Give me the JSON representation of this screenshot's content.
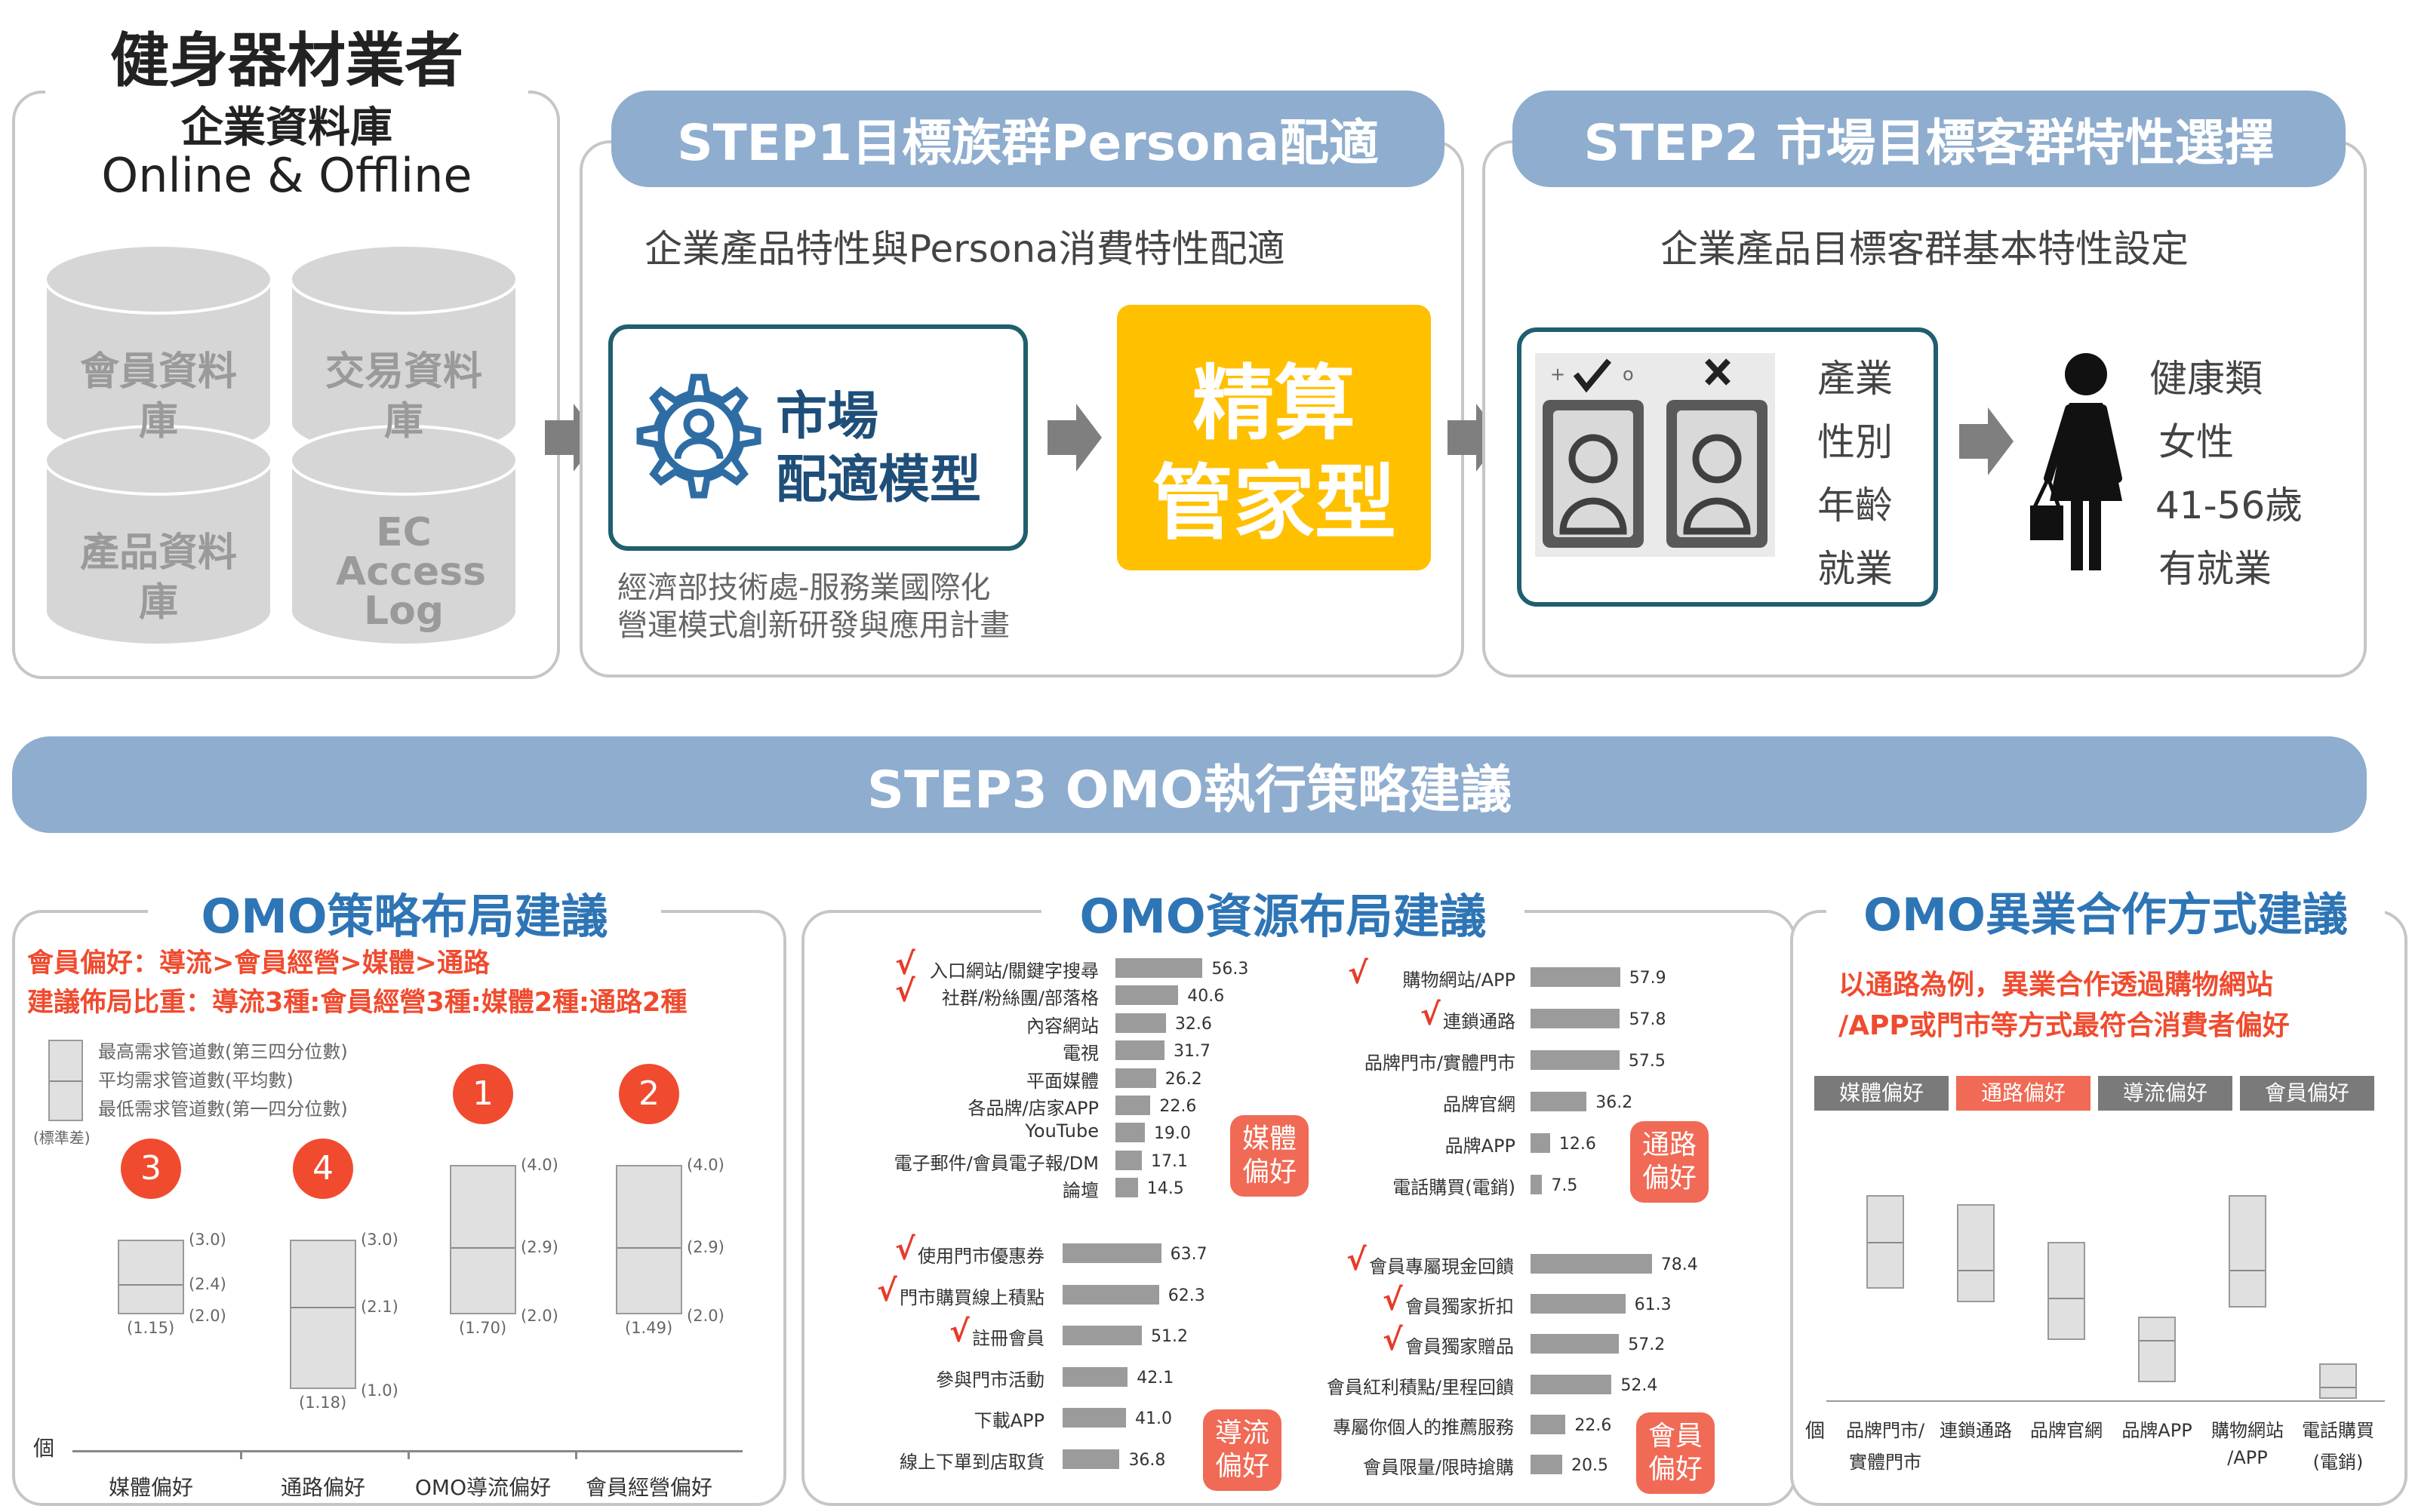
{
  "left_panel": {
    "title": "健身器材業者",
    "subtitle": "企業資料庫",
    "subtitle2": "Online & Offline",
    "cylinders": [
      "會員資料庫",
      "交易資料庫",
      "產品資料庫",
      "EC Access Log"
    ]
  },
  "step1": {
    "title": "STEP1目標族群Persona配適",
    "desc": "企業產品特性與Persona消費特性配適",
    "model_label_1": "市場",
    "model_label_2": "配適模型",
    "result_1": "精算",
    "result_2": "管家型",
    "source_1": "經濟部技術處-服務業國際化",
    "source_2": "營運模式創新研發與應用計畫"
  },
  "step2": {
    "title": "STEP2 市場目標客群特性選擇",
    "desc": "企業產品目標客群基本特性設定",
    "attributes": [
      "產業",
      "性別",
      "年齡",
      "就業"
    ],
    "values": [
      "健康類",
      "女性",
      "41-56歲",
      "有就業"
    ]
  },
  "step3": {
    "title": "STEP3 OMO執行策略建議"
  },
  "layout_advice": {
    "title": "OMO策略布局建議",
    "line1": "會員偏好：導流>會員經營>媒體>通路",
    "line2": "建議佈局比重：導流3種:會員經營3種:媒體2種:通路2種",
    "legend": [
      "最高需求管道數(第三四分位數)",
      "平均需求管道數(平均數)",
      "最低需求管道數(第一四分位數)",
      "(標準差)"
    ],
    "y_unit": "個",
    "groups": [
      {
        "name": "媒體偏好",
        "rank": "3",
        "q3": 3.0,
        "mean": 2.4,
        "q1": 2.0,
        "sd": "(1.15)",
        "q3_label": "(3.0)",
        "mean_label": "(2.4)",
        "q1_label": "(2.0)"
      },
      {
        "name": "通路偏好",
        "rank": "4",
        "q3": 3.0,
        "mean": 2.1,
        "q1": 1.0,
        "sd": "(1.18)",
        "q3_label": "(3.0)",
        "mean_label": "(2.1)",
        "q1_label": "(1.0)"
      },
      {
        "name": "OMO導流偏好",
        "rank": "1",
        "q3": 4.0,
        "mean": 2.9,
        "q1": 2.0,
        "sd": "(1.70)",
        "q3_label": "(4.0)",
        "mean_label": "(2.9)",
        "q1_label": "(2.0)"
      },
      {
        "name": "會員經營偏好",
        "rank": "2",
        "q3": 4.0,
        "mean": 2.9,
        "q1": 2.0,
        "sd": "(1.49)",
        "q3_label": "(4.0)",
        "mean_label": "(2.9)",
        "q1_label": "(2.0)"
      }
    ]
  },
  "resource_advice": {
    "title": "OMO資源布局建議",
    "groups": [
      {
        "tag_1": "媒體",
        "tag_2": "偏好",
        "items": [
          {
            "label": "入口網站/關鍵字搜尋",
            "value": 56.3,
            "check": true
          },
          {
            "label": "社群/粉絲團/部落格",
            "value": 40.6,
            "check": true
          },
          {
            "label": "內容網站",
            "value": 32.6,
            "check": false
          },
          {
            "label": "電視",
            "value": 31.7,
            "check": false
          },
          {
            "label": "平面媒體",
            "value": 26.2,
            "check": false
          },
          {
            "label": "各品牌/店家APP",
            "value": 22.6,
            "check": false
          },
          {
            "label": "YouTube",
            "value": 19.0,
            "check": false
          },
          {
            "label": "電子郵件/會員電子報/DM",
            "value": 17.1,
            "check": false
          },
          {
            "label": "論壇",
            "value": 14.5,
            "check": false
          }
        ]
      },
      {
        "tag_1": "通路",
        "tag_2": "偏好",
        "items": [
          {
            "label": "購物網站/APP",
            "value": 57.9,
            "check": true
          },
          {
            "label": "連鎖通路",
            "value": 57.8,
            "check": true
          },
          {
            "label": "品牌門市/實體門市",
            "value": 57.5,
            "check": false
          },
          {
            "label": "品牌官網",
            "value": 36.2,
            "check": false
          },
          {
            "label": "品牌APP",
            "value": 12.6,
            "check": false
          },
          {
            "label": "電話購買(電銷)",
            "value": 7.5,
            "check": false
          }
        ]
      },
      {
        "tag_1": "導流",
        "tag_2": "偏好",
        "items": [
          {
            "label": "使用門市優惠券",
            "value": 63.7,
            "check": true
          },
          {
            "label": "門市購買線上積點",
            "value": 62.3,
            "check": true
          },
          {
            "label": "註冊會員",
            "value": 51.2,
            "check": true
          },
          {
            "label": "參與門市活動",
            "value": 42.1,
            "check": false
          },
          {
            "label": "下載APP",
            "value": 41.0,
            "check": false
          },
          {
            "label": "線上下單到店取貨",
            "value": 36.8,
            "check": false
          }
        ]
      },
      {
        "tag_1": "會員",
        "tag_2": "偏好",
        "items": [
          {
            "label": "會員專屬現金回饋",
            "value": 78.4,
            "check": true
          },
          {
            "label": "會員獨家折扣",
            "value": 61.3,
            "check": true
          },
          {
            "label": "會員獨家贈品",
            "value": 57.2,
            "check": true
          },
          {
            "label": "會員紅利積點/里程回饋",
            "value": 52.4,
            "check": false
          },
          {
            "label": "專屬你個人的推薦服務",
            "value": 22.6,
            "check": false
          },
          {
            "label": "會員限量/限時搶購",
            "value": 20.5,
            "check": false
          }
        ]
      }
    ]
  },
  "partner_advice": {
    "title": "OMO異業合作方式建議",
    "line1": "以通路為例，異業合作透過購物網站",
    "line2": "/APP或門市等方式最符合消費者偏好",
    "chips": [
      {
        "label": "媒體偏好",
        "color": "#7a7a7a"
      },
      {
        "label": "通路偏好",
        "color": "#f06a55"
      },
      {
        "label": "導流偏好",
        "color": "#7a7a7a"
      },
      {
        "label": "會員偏好",
        "color": "#7a7a7a"
      }
    ],
    "y_unit": "個",
    "categories": [
      {
        "line1": "品牌門市/",
        "line2": "實體門市",
        "q3": 0.82,
        "mean": 0.62,
        "q1": 0.42
      },
      {
        "line1": "連鎖通路",
        "line2": "",
        "q3": 0.78,
        "mean": 0.5,
        "q1": 0.36
      },
      {
        "line1": "品牌官網",
        "line2": "",
        "q3": 0.62,
        "mean": 0.38,
        "q1": 0.2
      },
      {
        "line1": "品牌APP",
        "line2": "",
        "q3": 0.3,
        "mean": 0.2,
        "q1": 0.02
      },
      {
        "line1": "購物網站",
        "line2": "/APP",
        "q3": 0.82,
        "mean": 0.5,
        "q1": 0.34
      },
      {
        "line1": "電話購買",
        "line2": "(電銷)",
        "q3": 0.1,
        "mean": 0.0,
        "q1": -0.05
      }
    ]
  }
}
